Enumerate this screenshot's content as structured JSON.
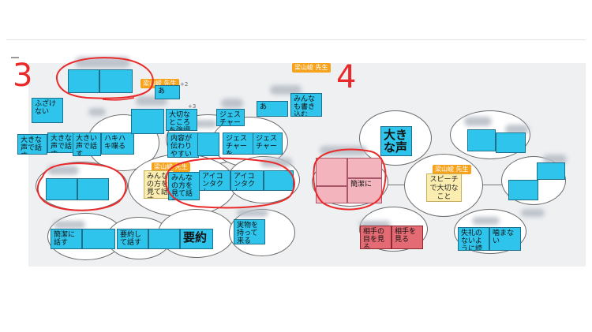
{
  "annotations": {
    "number_3": "3",
    "number_4": "4"
  },
  "teacher_tags": {
    "left_top": "梁山峻 先生",
    "right_top": "梁山峻 先生",
    "left_center": "梁山峻 先生",
    "right_center": "梁山峻 先生"
  },
  "left_map": {
    "cards": {
      "top_small_1": "",
      "top_small_2": "",
      "top_a": "あ",
      "fuzakenai": "ふざけない",
      "onaji": "大きな声で話す",
      "ookii_koe": "大きい声で話す",
      "hakihaki": "ハキハキ喋る",
      "taisetsu": "大切なところを強調",
      "wakari": "内容が伝わりやすいように",
      "jesture1": "ジェスチャーを",
      "jesture2": "ジェスチャー",
      "minna_kao": "みんなの方を見て話す",
      "eye1": "アイコンタクト",
      "eye2": "アイコンタクト",
      "left_a": "",
      "left_b": "",
      "hakkiri": "簡潔に話す",
      "bottom2": "",
      "yoyaku_hanasu": "要約して話す",
      "bottom4": "",
      "yoyaku": "要約",
      "jitsubutsu": "実物を持って来る",
      "minna_kaku": "みんなも書き込む",
      "a_right": "あ",
      "plus2": "+2",
      "plus3": "+3"
    }
  },
  "right_map": {
    "cards": {
      "ookina_koe": "大きな声",
      "center": "スピーチで大切なこと",
      "pink_a": "",
      "pink_b": "",
      "pink_c": "",
      "kanketsu": "簡潔に",
      "aite1": "相手の目を見る",
      "aite2": "相手を見る",
      "shitsurei": "失礼のないように読む",
      "tonaranai": "噛まない",
      "r1": "",
      "r2": "",
      "r3": "",
      "r4": ""
    }
  },
  "colors": {
    "card_blue": "#2ec4ec",
    "card_pink": "#f3b4bd",
    "card_red": "#e46b73",
    "card_yellow": "#fbedb0",
    "teacher_tag": "#f7a21b",
    "annotation_red": "#ea2a2a"
  }
}
